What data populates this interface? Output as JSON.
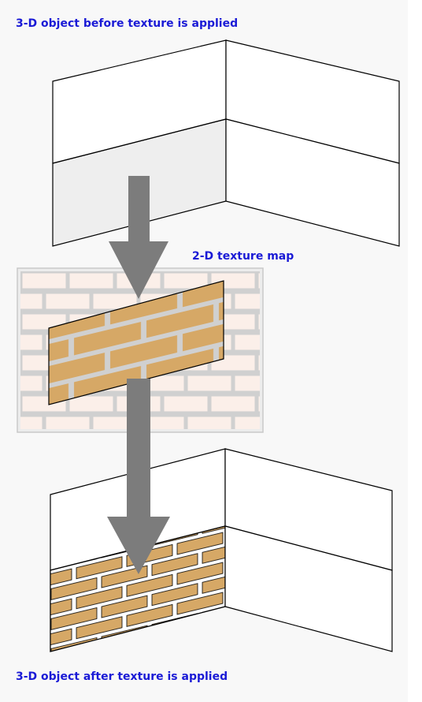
{
  "captions": {
    "before": "3-D object before texture is applied",
    "texture_map": "2-D texture map",
    "after": "3-D object after texture is applied"
  },
  "colors": {
    "caption": "#1a1ad6",
    "brick": "#d6a866",
    "mortar_light": "#d0d0d0",
    "mortar_final": "#ffffff",
    "texture_tile": "#fbefe9",
    "arrow": "#7c7c7c",
    "panel_shade": "#eeeeee",
    "line": "#000000"
  },
  "icons": {
    "arrow": "down-arrow-icon"
  }
}
